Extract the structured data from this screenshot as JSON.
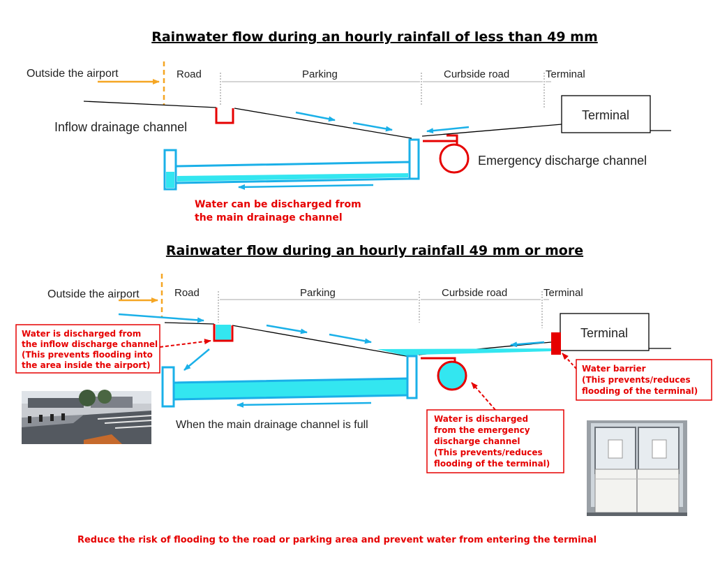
{
  "panel1": {
    "title": "Rainwater flow during an hourly rainfall of less than 49 mm",
    "zones": {
      "outside": "Outside the airport",
      "road": "Road",
      "parking": "Parking",
      "curbside": "Curbside road",
      "terminal": "Terminal"
    },
    "terminal_box": "Terminal",
    "inflow_channel": "Inflow drainage channel",
    "emergency_channel": "Emergency discharge channel",
    "note_line1": "Water can be discharged from",
    "note_line2": "the main drainage channel"
  },
  "panel2": {
    "title": "Rainwater flow during an hourly rainfall 49 mm or more",
    "zones": {
      "outside": "Outside the airport",
      "road": "Road",
      "parking": "Parking",
      "curbside": "Curbside road",
      "terminal": "Terminal"
    },
    "terminal_box": "Terminal",
    "full_note": "When the main drainage channel is full",
    "callout_inflow": [
      "Water is discharged from",
      "the inflow discharge channel",
      "(This prevents flooding into",
      "the area inside the airport)"
    ],
    "callout_emergency": [
      "Water is discharged",
      "from the emergency",
      "discharge channel",
      "(This prevents/reduces",
      "flooding of the terminal)"
    ],
    "callout_barrier": [
      "Water barrier",
      "(This prevents/reduces",
      "flooding of the terminal)"
    ]
  },
  "footer": "Reduce the risk of flooding to the road or parking area and prevent water from entering the terminal",
  "colors": {
    "water": "#1ab0e8",
    "water_fill": "#33e6f0",
    "red": "#e60000",
    "orange": "#f5a623",
    "ground": "#000000"
  },
  "icons": {
    "photo_road": "road-photo",
    "photo_door": "flood-barrier-photo"
  }
}
